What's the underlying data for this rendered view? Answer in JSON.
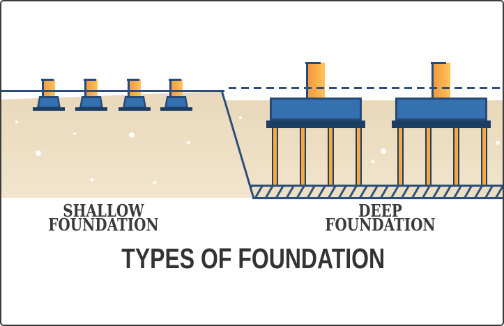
{
  "title": "TYPES OF FOUNDATION",
  "labels": {
    "shallow": {
      "line1": "SHALLOW",
      "line2": "FOUNDATION"
    },
    "deep": {
      "line1": "DEEP",
      "line2": "FOUNDATION"
    }
  },
  "diagram": {
    "shallow_footing_count": 4,
    "deep_pile_cap_count": 2,
    "piles_per_pile_cap": 4
  },
  "colors": {
    "foundation_blue": "#3570b1",
    "outline_navy": "#264a78",
    "dark_navy": "#1d3e63",
    "column_orange_dark": "#f2953e",
    "column_orange_light": "#fdc457",
    "soil_tan_top": "#e9d8ba",
    "soil_tan_bottom": "#f2e5cd",
    "ground_line_navy": "#2c4e7d",
    "text_dark": "#3a3a3a",
    "frame_border": "#3b3b3b"
  }
}
